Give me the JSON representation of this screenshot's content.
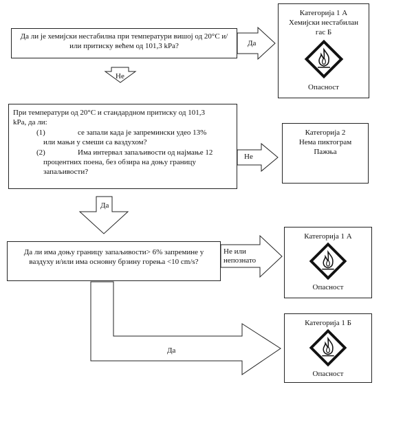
{
  "q1": {
    "text": "Да ли је хемијски нестабилна при температури вишој од 20°C и/или притиску већем од 101,3 kPa?"
  },
  "q2": {
    "intro": "При температури од 20°C и стандардном притиску од 101,3 kPa, да ли:",
    "item1_num": "(1)",
    "item1_text": "се запали када је запремински удео 13% или мањи у смеши са ваздухом?",
    "item2_num": "(2)",
    "item2_text": "Има интервал запаљивости од најмање 12 процентних поена, без обзира на доњу границу запаљивости?"
  },
  "q3": {
    "text": "Да ли има доњу границу запаљивости> 6% запремине у ваздуху и/или има основну брзину горења <10 cm/s?"
  },
  "arrows": {
    "yes": "Да",
    "no": "Не",
    "no_or_unknown": "Не или непознато"
  },
  "results": {
    "r1": {
      "title": "Категорија 1 А",
      "subtitle": "Хемијски нестабилан гас Б",
      "signal": "Опасност",
      "icon": "flame-pictogram"
    },
    "r2": {
      "title": "Категорија 2",
      "line2": "Нема пиктограм",
      "line3": "Пажња"
    },
    "r3": {
      "title": "Категорија 1 А",
      "signal": "Опасност",
      "icon": "flame-pictogram"
    },
    "r4": {
      "title": "Категорија 1 Б",
      "signal": "Опасност",
      "icon": "flame-pictogram"
    }
  }
}
